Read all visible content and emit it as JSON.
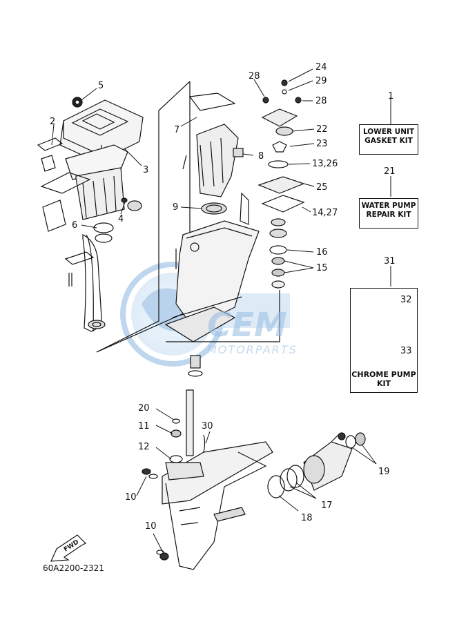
{
  "diagram_code": "60A2200-2321",
  "watermark": {
    "brand": "CEM",
    "sub": "MOTORPARTS"
  },
  "fwd_label": "FWD",
  "kits": {
    "lower_unit": {
      "line1": "LOWER UNIT",
      "line2": "GASKET KIT",
      "ref": "1"
    },
    "water_pump": {
      "line1": "WATER PUMP",
      "line2": "REPAIR KIT",
      "ref": "21"
    },
    "chrome_pump": {
      "line1": "CHROME PUMP",
      "line2": "KIT",
      "ref": "31"
    }
  },
  "callouts": {
    "c2": "2",
    "c3": "3",
    "c4": "4",
    "c5": "5",
    "c6": "6",
    "c7": "7",
    "c8": "8",
    "c9": "9",
    "c10a": "10",
    "c10b": "10",
    "c11": "11",
    "c12": "12",
    "c13": "13,26",
    "c14": "14,27",
    "c15": "15",
    "c16": "16",
    "c17": "17",
    "c18": "18",
    "c19": "19",
    "c20": "20",
    "c22": "22",
    "c23": "23",
    "c24": "24",
    "c25": "25",
    "c28a": "28",
    "c28b": "28",
    "c29": "29",
    "c30": "30",
    "c32": "32",
    "c33": "33"
  }
}
